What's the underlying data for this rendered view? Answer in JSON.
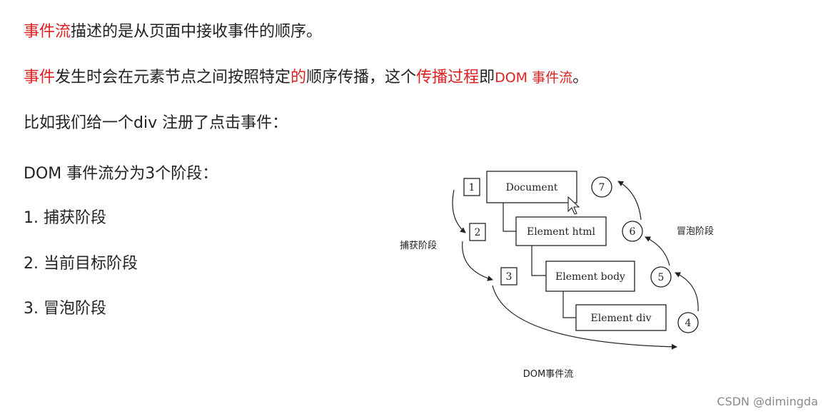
{
  "intro": {
    "line1": {
      "term": "事件流",
      "rest": "描述的是从页面中接收事件的顺序。"
    },
    "line2": {
      "part1": "事件",
      "part2": "发生时会在元素节点之间按照特定",
      "part3": "的",
      "part4": "顺序传播，这个",
      "part5": "传播过程",
      "part6": "即",
      "part7": "DOM 事件流",
      "part8": "。"
    },
    "line3": "比如我们给一个div 注册了点击事件："
  },
  "phases": {
    "title": "DOM 事件流分为3个阶段：",
    "items": [
      "1. 捕获阶段",
      "2. 当前目标阶段",
      "3. 冒泡阶段"
    ]
  },
  "diagram": {
    "nodes": [
      "Document",
      "Element html",
      "Element body",
      "Element div"
    ],
    "steps": [
      "1",
      "2",
      "3",
      "4",
      "5",
      "6",
      "7"
    ],
    "capture_label": "捕获阶段",
    "bubble_label": "冒泡阶段",
    "caption": "DOM事件流"
  },
  "watermark": "CSDN @dimingda",
  "colors": {
    "highlight": "#e02020",
    "text": "#222222",
    "watermark": "#8a8a8a"
  }
}
